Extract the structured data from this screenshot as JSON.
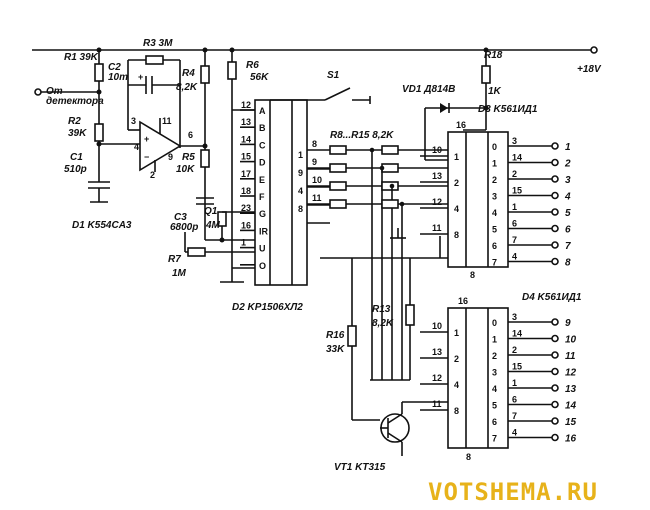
{
  "labels": {
    "r1": "R1 39K",
    "r2": "R2",
    "r2v": "39K",
    "r3": "R3 3M",
    "c2": "C2",
    "c2v": "10m",
    "r4": "R4",
    "r4v": "8,2K",
    "r5": "R5",
    "r5v": "10K",
    "r6": "R6",
    "r6v": "56K",
    "c1": "C1",
    "c1v": "510p",
    "c3": "C3",
    "c3v": "6800p",
    "q1": "Q1",
    "q1v": "4M",
    "r7": "R7",
    "r7v": "1M",
    "d1": "D1 K554CA3",
    "d2": "D2 KP1506XЛ2",
    "s1": "S1",
    "vd1": "VD1 Д814В",
    "r18": "R18",
    "r18v": "1K",
    "supply": "+18V",
    "d3": "D3 K561ИД1",
    "d4": "D4 K561ИД1",
    "r815": "R8...R15 8,2K",
    "r13": "R13",
    "r13v": "8,2K",
    "r16": "R16",
    "r16v": "33K",
    "vt1": "VT1 KT315",
    "input1": "От",
    "input2": "детектора",
    "watermark": "VOTSHEMA.RU"
  },
  "d2_inputs": [
    {
      "pin": "12",
      "name": "A"
    },
    {
      "pin": "13",
      "name": "B"
    },
    {
      "pin": "14",
      "name": "C"
    },
    {
      "pin": "15",
      "name": "D"
    },
    {
      "pin": "17",
      "name": "E"
    },
    {
      "pin": "18",
      "name": "F"
    },
    {
      "pin": "23",
      "name": "G"
    },
    {
      "pin": "16",
      "name": "IR"
    },
    {
      "pin": "1",
      "name": "U"
    },
    {
      "pin": "",
      "name": "O"
    }
  ],
  "d2_outputs": [
    "1",
    "9",
    "4",
    "8"
  ],
  "bus_pins": [
    "8",
    "9",
    "10",
    "11"
  ],
  "d3_in": [
    {
      "ext": "10",
      "int": "1"
    },
    {
      "ext": "13",
      "int": "2"
    },
    {
      "ext": "12",
      "int": "4"
    },
    {
      "ext": "11",
      "int": "8"
    }
  ],
  "d3_top_pin": "16",
  "d3_bottom_pin": "8",
  "d3_out": [
    {
      "pin": "3",
      "num": "0",
      "label": "1"
    },
    {
      "pin": "14",
      "num": "1",
      "label": "2"
    },
    {
      "pin": "2",
      "num": "2",
      "label": "3"
    },
    {
      "pin": "15",
      "num": "3",
      "label": "4"
    },
    {
      "pin": "1",
      "num": "4",
      "label": "5"
    },
    {
      "pin": "6",
      "num": "5",
      "label": "6"
    },
    {
      "pin": "7",
      "num": "6",
      "label": "7"
    },
    {
      "pin": "4",
      "num": "7",
      "label": "8"
    }
  ],
  "d4_in": [
    {
      "ext": "10",
      "int": "1"
    },
    {
      "ext": "13",
      "int": "2"
    },
    {
      "ext": "12",
      "int": "4"
    },
    {
      "ext": "11",
      "int": "8"
    }
  ],
  "d4_top_pin": "16",
  "d4_bottom_pin": "8",
  "d4_out": [
    {
      "pin": "3",
      "num": "0",
      "label": "9"
    },
    {
      "pin": "14",
      "num": "1",
      "label": "10"
    },
    {
      "pin": "2",
      "num": "2",
      "label": "11"
    },
    {
      "pin": "15",
      "num": "3",
      "label": "12"
    },
    {
      "pin": "1",
      "num": "4",
      "label": "13"
    },
    {
      "pin": "6",
      "num": "5",
      "label": "14"
    },
    {
      "pin": "7",
      "num": "6",
      "label": "15"
    },
    {
      "pin": "4",
      "num": "7",
      "label": "16"
    }
  ],
  "opamp_pins": [
    "3",
    "11",
    "4",
    "2",
    "9",
    "6"
  ]
}
